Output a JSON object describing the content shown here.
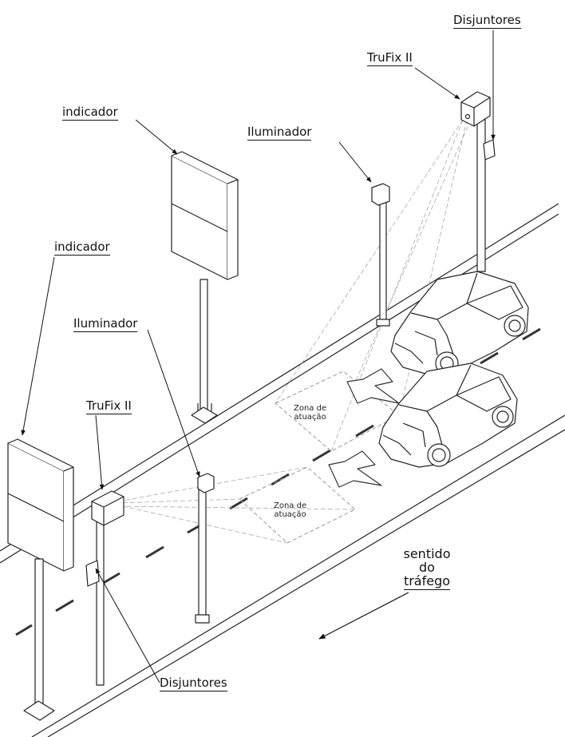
{
  "labels": {
    "disjuntores_top": "Disjuntores",
    "trufix_top": "TruFix II",
    "indicador_top": "indicador",
    "iluminador_top": "Iluminador",
    "indicador_left": "indicador",
    "iluminador_mid": "Iluminador",
    "trufix_left": "TruFix II",
    "disjuntores_bottom": "Disjuntores"
  },
  "zones": {
    "upper": [
      "Zona de",
      "atuação"
    ],
    "lower": [
      "Zona de",
      "atuação"
    ]
  },
  "traffic": {
    "line1": "sentido",
    "line2": "do",
    "line3": "tráfego"
  }
}
